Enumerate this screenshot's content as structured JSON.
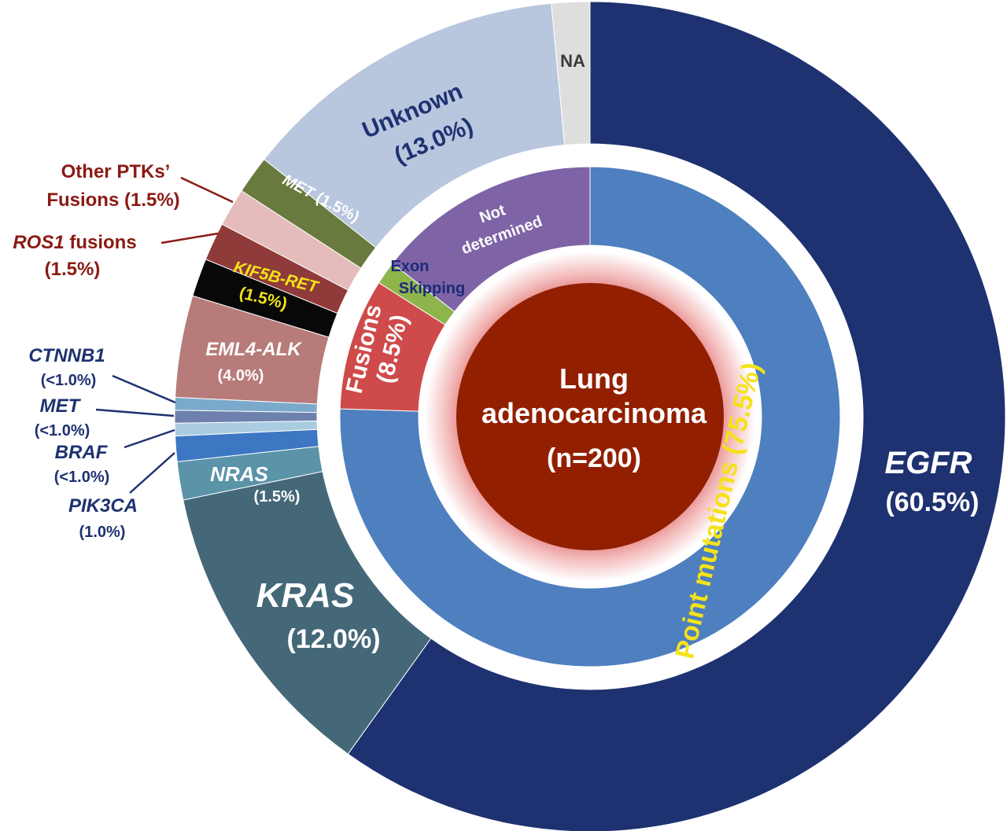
{
  "chart_data": {
    "type": "pie",
    "style": "nested-donut",
    "center": {
      "line1": "Lung",
      "line2": "adenocarcinoma",
      "line3": "(n=200)",
      "color": "#922000"
    },
    "inner_ring": [
      {
        "name": "Point mutations",
        "label": "Point mutations (75.5%)",
        "value": 75.5,
        "color": "#4e7fbf",
        "text_color": "#f4e21a"
      },
      {
        "name": "Fusions",
        "label_line1": "Fusions",
        "label_line2": "(8.5%)",
        "value": 8.5,
        "color": "#cf4a4a",
        "text_color": "#ffffff"
      },
      {
        "name": "Exon Skipping",
        "label_line1": "Exon",
        "label_line2": "Skipping",
        "value": 1.5,
        "color": "#8db54b",
        "text_color": "#1b2b7a"
      },
      {
        "name": "Not determined",
        "label_line1": "Not",
        "label_line2": "determined",
        "value": 14.5,
        "color": "#7e64a6",
        "text_color": "#ffffff"
      }
    ],
    "outer_ring": [
      {
        "name": "EGFR",
        "value": 60.5,
        "color": "#1e3170"
      },
      {
        "name": "KRAS",
        "value": 12.0,
        "color": "#446878"
      },
      {
        "name": "NRAS",
        "value": 1.5,
        "color": "#5b93a8"
      },
      {
        "name": "PIK3CA",
        "value": 1.0,
        "color": "#3d77c4"
      },
      {
        "name": "BRAF",
        "value": 0.5,
        "color": "#aacce0"
      },
      {
        "name": "MET",
        "value": 0.5,
        "color": "#6e80ad"
      },
      {
        "name": "CTNNB1",
        "value": 0.5,
        "color": "#7aa9cc"
      },
      {
        "name": "EML4-ALK",
        "value": 4.0,
        "color": "#b77b79"
      },
      {
        "name": "KIF5B-RET",
        "value": 1.5,
        "color": "#080808"
      },
      {
        "name": "ROS1 fusions",
        "value": 1.5,
        "color": "#8f3b3a"
      },
      {
        "name": "Other PTKs' Fusions",
        "value": 1.5,
        "color": "#e5bcbb"
      },
      {
        "name": "MET exon skipping",
        "value": 1.5,
        "color": "#687a3d"
      },
      {
        "name": "Unknown",
        "value": 13.0,
        "color": "#b8c6de"
      },
      {
        "name": "NA",
        "value": 1.5,
        "color": "#dedede"
      }
    ],
    "labels": {
      "egfr": {
        "name": "EGFR",
        "pct": "(60.5%)"
      },
      "kras": {
        "name": "KRAS",
        "pct": "(12.0%)"
      },
      "nras": {
        "name": "NRAS",
        "pct": "(1.5%)"
      },
      "pik3ca": {
        "name": "PIK3CA",
        "pct": "(1.0%)"
      },
      "braf": {
        "name": "BRAF",
        "pct": "(<1.0%)"
      },
      "met": {
        "name": "MET",
        "pct": "(<1.0%)"
      },
      "ctnnb1": {
        "name": "CTNNB1",
        "pct": "(<1.0%)"
      },
      "eml4": {
        "name": "EML4-ALK",
        "pct": "(4.0%)"
      },
      "kif5b": {
        "name": "KIF5B-RET",
        "pct": "(1.5%)"
      },
      "ros1": {
        "name": "ROS1",
        "rest": " fusions",
        "pct": "(1.5%)"
      },
      "ptk": {
        "line1": "Other PTKs’",
        "line2": "Fusions (1.5%)"
      },
      "metskip": {
        "name": "MET",
        "pct": "(1.5%)"
      },
      "unknown": {
        "name": "Unknown",
        "pct": "(13.0%)"
      },
      "na": {
        "name": "NA"
      }
    }
  }
}
